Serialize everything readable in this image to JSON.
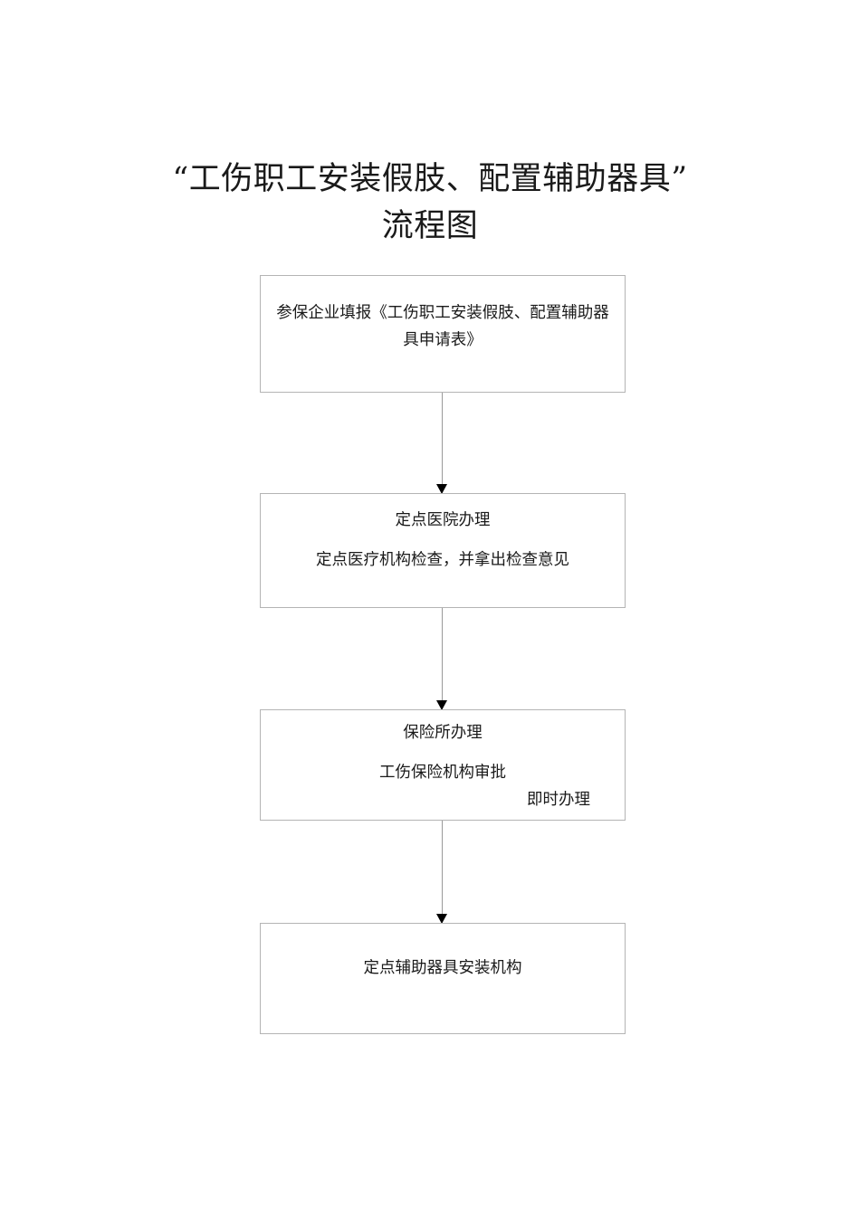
{
  "document": {
    "title_lines": [
      "“工伤职工安装假肢、配置辅助器具”",
      "流程图"
    ]
  },
  "flowchart": {
    "type": "vertical-process-flow",
    "nodes": [
      {
        "id": "node-1",
        "lines": [
          "参保企业填报《工伤职工安装假肢、配置辅助器具申请表》"
        ]
      },
      {
        "id": "node-2",
        "lines": [
          "定点医院办理",
          "定点医疗机构检查，并拿出检查意见"
        ]
      },
      {
        "id": "node-3",
        "lines": [
          "保险所办理",
          "工伤保险机构审批",
          "即时办理"
        ]
      },
      {
        "id": "node-4",
        "lines": [
          "定点辅助器具安装机构"
        ]
      }
    ],
    "connectors": [
      {
        "id": "conn-1",
        "from": "node-1",
        "to": "node-2",
        "label": ""
      },
      {
        "id": "conn-2",
        "from": "node-2",
        "to": "node-3",
        "label": ""
      },
      {
        "id": "conn-3",
        "from": "node-3",
        "to": "node-4",
        "label": ""
      }
    ]
  },
  "colors": {
    "page_background": "#ffffff",
    "box_border": "#b4b4b4",
    "connector_line": "#9a9a9a",
    "arrow_head": "#000000",
    "text": "#1a1a1a"
  }
}
